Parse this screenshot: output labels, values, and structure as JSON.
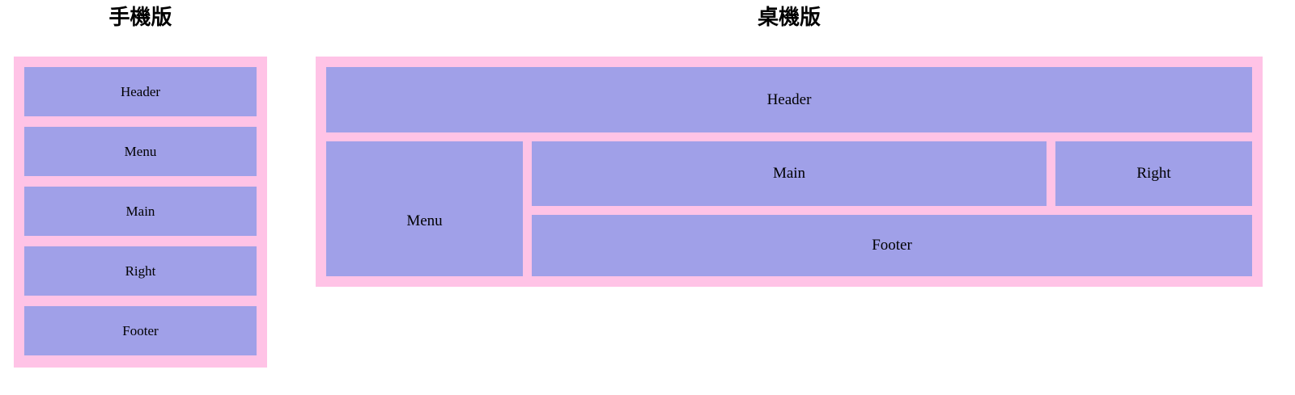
{
  "mobile": {
    "title": "手機版",
    "blocks": [
      "Header",
      "Menu",
      "Main",
      "Right",
      "Footer"
    ]
  },
  "desktop": {
    "title": "桌機版",
    "blocks": {
      "header": "Header",
      "menu": "Menu",
      "main": "Main",
      "right": "Right",
      "footer": "Footer"
    }
  },
  "colors": {
    "container_pink": "#ffc3e6",
    "block_purple": "#a0a0e8"
  }
}
